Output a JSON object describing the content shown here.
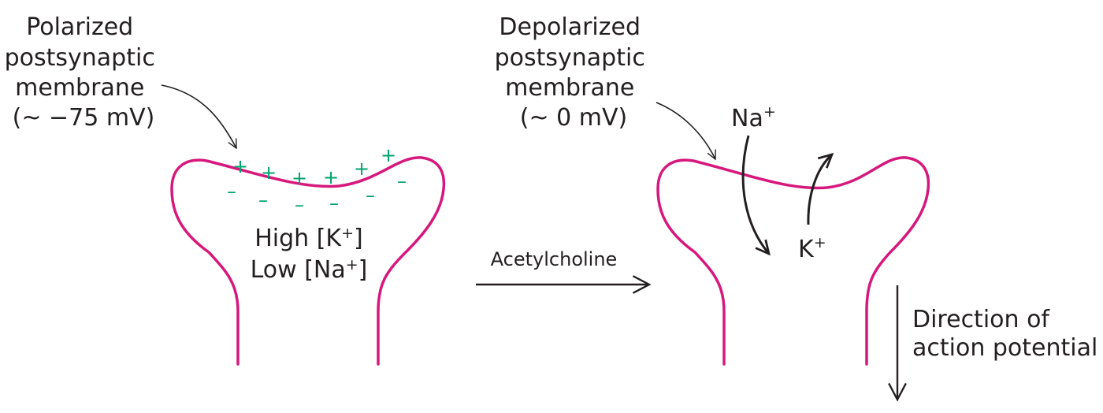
{
  "colors": {
    "membrane": "#d6187d",
    "charges": "#00a26b",
    "ink": "#231f20"
  },
  "left_panel": {
    "title_lines": [
      "Polarized",
      "postsynaptic",
      "membrane",
      "(~ −75 mV)"
    ],
    "ion_label_1": {
      "base": "High [K",
      "sup": "+",
      "tail": "]"
    },
    "ion_label_2": {
      "base": "Low [Na",
      "sup": "+",
      "tail": "]"
    },
    "plus_sign": "+",
    "minus_sign": "–"
  },
  "middle": {
    "arrow_label": "Acetylcholine"
  },
  "right_panel": {
    "title_lines": [
      "Depolarized",
      "postsynaptic",
      "membrane",
      "(~ 0 mV)"
    ],
    "na_label": {
      "base": "Na",
      "sup": "+"
    },
    "k_label": {
      "base": "K",
      "sup": "+"
    },
    "direction_lines": [
      "Direction of",
      "action potential"
    ]
  }
}
